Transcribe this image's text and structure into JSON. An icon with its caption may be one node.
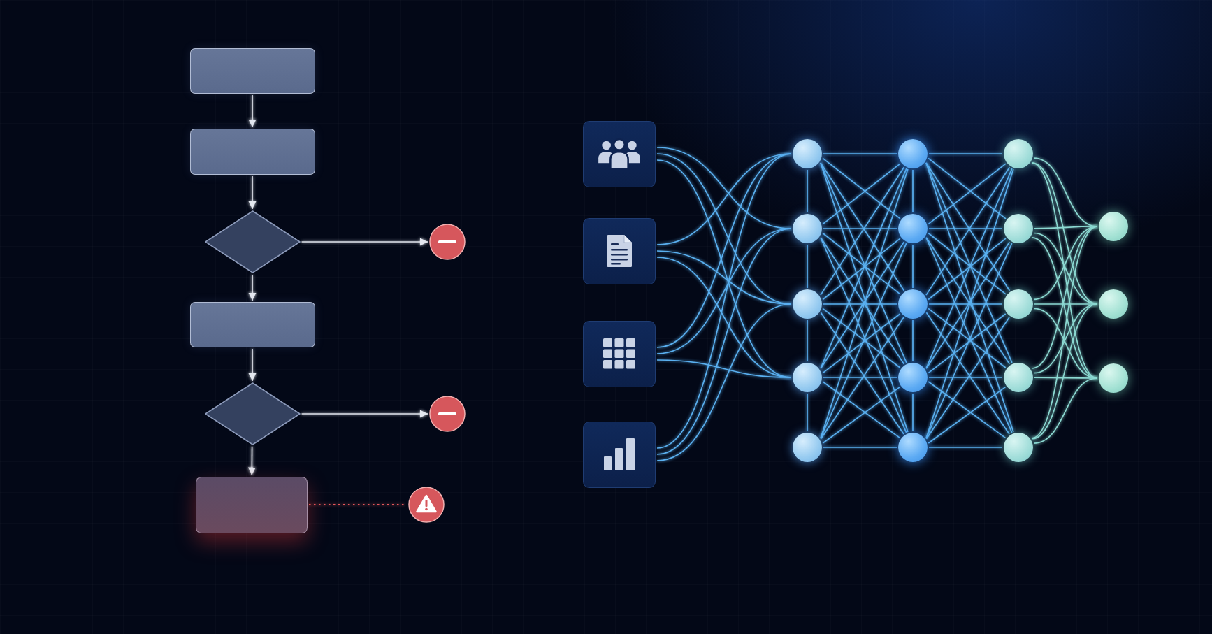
{
  "diagram": {
    "nodes": [
      {
        "text": [],
        "shape": "box"
      },
      {
        "text": [],
        "shape": "box"
      },
      {
        "text": [],
        "shape": "diamond"
      },
      {
        "text": [],
        "shape": "circle"
      },
      {
        "text": [],
        "shape": "box"
      },
      {
        "text": [],
        "shape": "diamond"
      },
      {
        "text": [],
        "shape": "circle"
      },
      {
        "text": [],
        "shape": "box"
      },
      {
        "text": [],
        "shape": "circle"
      },
      {
        "text": [],
        "shape": "box"
      },
      {
        "text": [],
        "shape": "box"
      },
      {
        "text": [],
        "shape": "box"
      },
      {
        "text": [],
        "shape": "box"
      },
      {
        "text": [],
        "shape": "circle"
      },
      {
        "text": [],
        "shape": "circle"
      },
      {
        "text": [],
        "shape": "circle"
      },
      {
        "text": [],
        "shape": "circle"
      },
      {
        "text": [],
        "shape": "circle"
      },
      {
        "text": [],
        "shape": "circle"
      },
      {
        "text": [],
        "shape": "circle"
      },
      {
        "text": [],
        "shape": "circle"
      },
      {
        "text": [],
        "shape": "circle"
      },
      {
        "text": [],
        "shape": "circle"
      },
      {
        "text": [],
        "shape": "circle"
      },
      {
        "text": [],
        "shape": "circle"
      },
      {
        "text": [],
        "shape": "circle"
      },
      {
        "text": [],
        "shape": "circle"
      },
      {
        "text": [],
        "shape": "circle"
      },
      {
        "text": [],
        "shape": "circle"
      },
      {
        "text": [],
        "shape": "circle"
      },
      {
        "text": [],
        "shape": "circle"
      }
    ],
    "edges": [
      {
        "from": 0,
        "to": 1,
        "arrow": "to",
        "color": "#e3e7ef"
      },
      {
        "from": 1,
        "to": 2,
        "arrow": "to",
        "color": "#e3e7ef"
      },
      {
        "from": 2,
        "to": 3,
        "arrow": "to",
        "color": "#e3e7ef"
      },
      {
        "from": 2,
        "to": 4,
        "arrow": "to",
        "color": "#e3e7ef"
      },
      {
        "from": 4,
        "to": 5,
        "arrow": "to",
        "color": "#e3e7ef"
      },
      {
        "from": 5,
        "to": 6,
        "arrow": "to",
        "color": "#e3e7ef"
      },
      {
        "from": 5,
        "to": 7,
        "arrow": "to",
        "color": "#e3e7ef"
      },
      {
        "from": 7,
        "to": 8,
        "arrow": "none",
        "style": "dashed",
        "color": "#e5575b"
      },
      {
        "from": 9,
        "to": 14,
        "arrow": "none"
      },
      {
        "from": 9,
        "to": 15,
        "arrow": "none"
      },
      {
        "from": 9,
        "to": 16,
        "arrow": "none"
      },
      {
        "from": 10,
        "to": 13,
        "arrow": "none"
      },
      {
        "from": 10,
        "to": 15,
        "arrow": "none"
      },
      {
        "from": 10,
        "to": 16,
        "arrow": "none"
      },
      {
        "from": 11,
        "to": 13,
        "arrow": "none"
      },
      {
        "from": 11,
        "to": 14,
        "arrow": "none"
      },
      {
        "from": 11,
        "to": 16,
        "arrow": "none"
      },
      {
        "from": 12,
        "to": 13,
        "arrow": "none"
      },
      {
        "from": 12,
        "to": 14,
        "arrow": "none"
      },
      {
        "from": 12,
        "to": 15,
        "arrow": "none"
      },
      {
        "from": 13,
        "to": 14,
        "arrow": "none"
      },
      {
        "from": 14,
        "to": 15,
        "arrow": "none"
      },
      {
        "from": 15,
        "to": 16,
        "arrow": "none"
      },
      {
        "from": 16,
        "to": 17,
        "arrow": "none"
      },
      {
        "from": 13,
        "to": 18,
        "arrow": "none"
      },
      {
        "from": 13,
        "to": 19,
        "arrow": "none"
      },
      {
        "from": 13,
        "to": 20,
        "arrow": "none"
      },
      {
        "from": 13,
        "to": 21,
        "arrow": "none"
      },
      {
        "from": 13,
        "to": 22,
        "arrow": "none"
      },
      {
        "from": 14,
        "to": 18,
        "arrow": "none"
      },
      {
        "from": 14,
        "to": 19,
        "arrow": "none"
      },
      {
        "from": 14,
        "to": 20,
        "arrow": "none"
      },
      {
        "from": 14,
        "to": 21,
        "arrow": "none"
      },
      {
        "from": 14,
        "to": 22,
        "arrow": "none"
      },
      {
        "from": 15,
        "to": 18,
        "arrow": "none"
      },
      {
        "from": 15,
        "to": 19,
        "arrow": "none"
      },
      {
        "from": 15,
        "to": 20,
        "arrow": "none"
      },
      {
        "from": 15,
        "to": 21,
        "arrow": "none"
      },
      {
        "from": 15,
        "to": 22,
        "arrow": "none"
      },
      {
        "from": 16,
        "to": 18,
        "arrow": "none"
      },
      {
        "from": 16,
        "to": 19,
        "arrow": "none"
      },
      {
        "from": 16,
        "to": 20,
        "arrow": "none"
      },
      {
        "from": 16,
        "to": 21,
        "arrow": "none"
      },
      {
        "from": 16,
        "to": 22,
        "arrow": "none"
      },
      {
        "from": 17,
        "to": 18,
        "arrow": "none"
      },
      {
        "from": 17,
        "to": 19,
        "arrow": "none"
      },
      {
        "from": 17,
        "to": 20,
        "arrow": "none"
      },
      {
        "from": 17,
        "to": 21,
        "arrow": "none"
      },
      {
        "from": 17,
        "to": 22,
        "arrow": "none"
      },
      {
        "from": 18,
        "to": 19,
        "arrow": "none"
      },
      {
        "from": 19,
        "to": 20,
        "arrow": "none"
      },
      {
        "from": 20,
        "to": 21,
        "arrow": "none"
      },
      {
        "from": 21,
        "to": 22,
        "arrow": "none"
      },
      {
        "from": 18,
        "to": 23,
        "arrow": "none"
      },
      {
        "from": 18,
        "to": 24,
        "arrow": "none"
      },
      {
        "from": 18,
        "to": 25,
        "arrow": "none"
      },
      {
        "from": 18,
        "to": 26,
        "arrow": "none"
      },
      {
        "from": 18,
        "to": 27,
        "arrow": "none"
      },
      {
        "from": 19,
        "to": 23,
        "arrow": "none"
      },
      {
        "from": 19,
        "to": 24,
        "arrow": "none"
      },
      {
        "from": 19,
        "to": 25,
        "arrow": "none"
      },
      {
        "from": 19,
        "to": 26,
        "arrow": "none"
      },
      {
        "from": 19,
        "to": 27,
        "arrow": "none"
      },
      {
        "from": 20,
        "to": 23,
        "arrow": "none"
      },
      {
        "from": 20,
        "to": 24,
        "arrow": "none"
      },
      {
        "from": 20,
        "to": 25,
        "arrow": "none"
      },
      {
        "from": 20,
        "to": 26,
        "arrow": "none"
      },
      {
        "from": 20,
        "to": 27,
        "arrow": "none"
      },
      {
        "from": 21,
        "to": 23,
        "arrow": "none"
      },
      {
        "from": 21,
        "to": 24,
        "arrow": "none"
      },
      {
        "from": 21,
        "to": 25,
        "arrow": "none"
      },
      {
        "from": 21,
        "to": 26,
        "arrow": "none"
      },
      {
        "from": 21,
        "to": 27,
        "arrow": "none"
      },
      {
        "from": 22,
        "to": 23,
        "arrow": "none"
      },
      {
        "from": 22,
        "to": 24,
        "arrow": "none"
      },
      {
        "from": 22,
        "to": 25,
        "arrow": "none"
      },
      {
        "from": 22,
        "to": 26,
        "arrow": "none"
      },
      {
        "from": 22,
        "to": 27,
        "arrow": "none"
      },
      {
        "from": 23,
        "to": 28,
        "arrow": "none",
        "color": "#8cd9d2"
      },
      {
        "from": 23,
        "to": 29,
        "arrow": "none",
        "color": "#8cd9d2"
      },
      {
        "from": 23,
        "to": 30,
        "arrow": "none",
        "color": "#8cd9d2"
      },
      {
        "from": 24,
        "to": 28,
        "arrow": "none",
        "color": "#8cd9d2"
      },
      {
        "from": 24,
        "to": 29,
        "arrow": "none",
        "color": "#8cd9d2"
      },
      {
        "from": 24,
        "to": 30,
        "arrow": "none",
        "color": "#8cd9d2"
      },
      {
        "from": 25,
        "to": 28,
        "arrow": "none",
        "color": "#8cd9d2"
      },
      {
        "from": 25,
        "to": 29,
        "arrow": "none",
        "color": "#8cd9d2"
      },
      {
        "from": 25,
        "to": 30,
        "arrow": "none",
        "color": "#8cd9d2"
      },
      {
        "from": 26,
        "to": 28,
        "arrow": "none",
        "color": "#8cd9d2"
      },
      {
        "from": 26,
        "to": 29,
        "arrow": "none",
        "color": "#8cd9d2"
      },
      {
        "from": 26,
        "to": 30,
        "arrow": "none",
        "color": "#8cd9d2"
      },
      {
        "from": 27,
        "to": 28,
        "arrow": "none",
        "color": "#8cd9d2"
      },
      {
        "from": 27,
        "to": 29,
        "arrow": "none",
        "color": "#8cd9d2"
      },
      {
        "from": 27,
        "to": 30,
        "arrow": "none",
        "color": "#8cd9d2"
      }
    ]
  }
}
